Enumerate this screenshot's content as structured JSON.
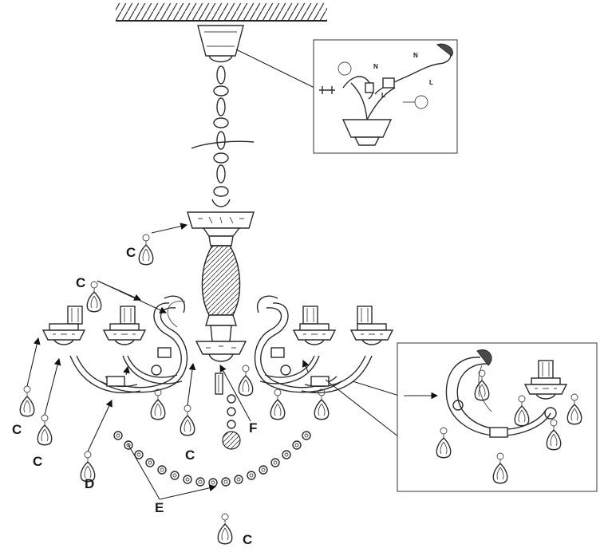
{
  "labels": {
    "c": "C",
    "d": "D",
    "e": "E",
    "f": "F"
  },
  "wiring_inset": {
    "n1": "N",
    "n2": "N",
    "l1": "L",
    "l2": "L"
  },
  "colors": {
    "line": "#2b2b2b",
    "inset_border": "#555555"
  }
}
